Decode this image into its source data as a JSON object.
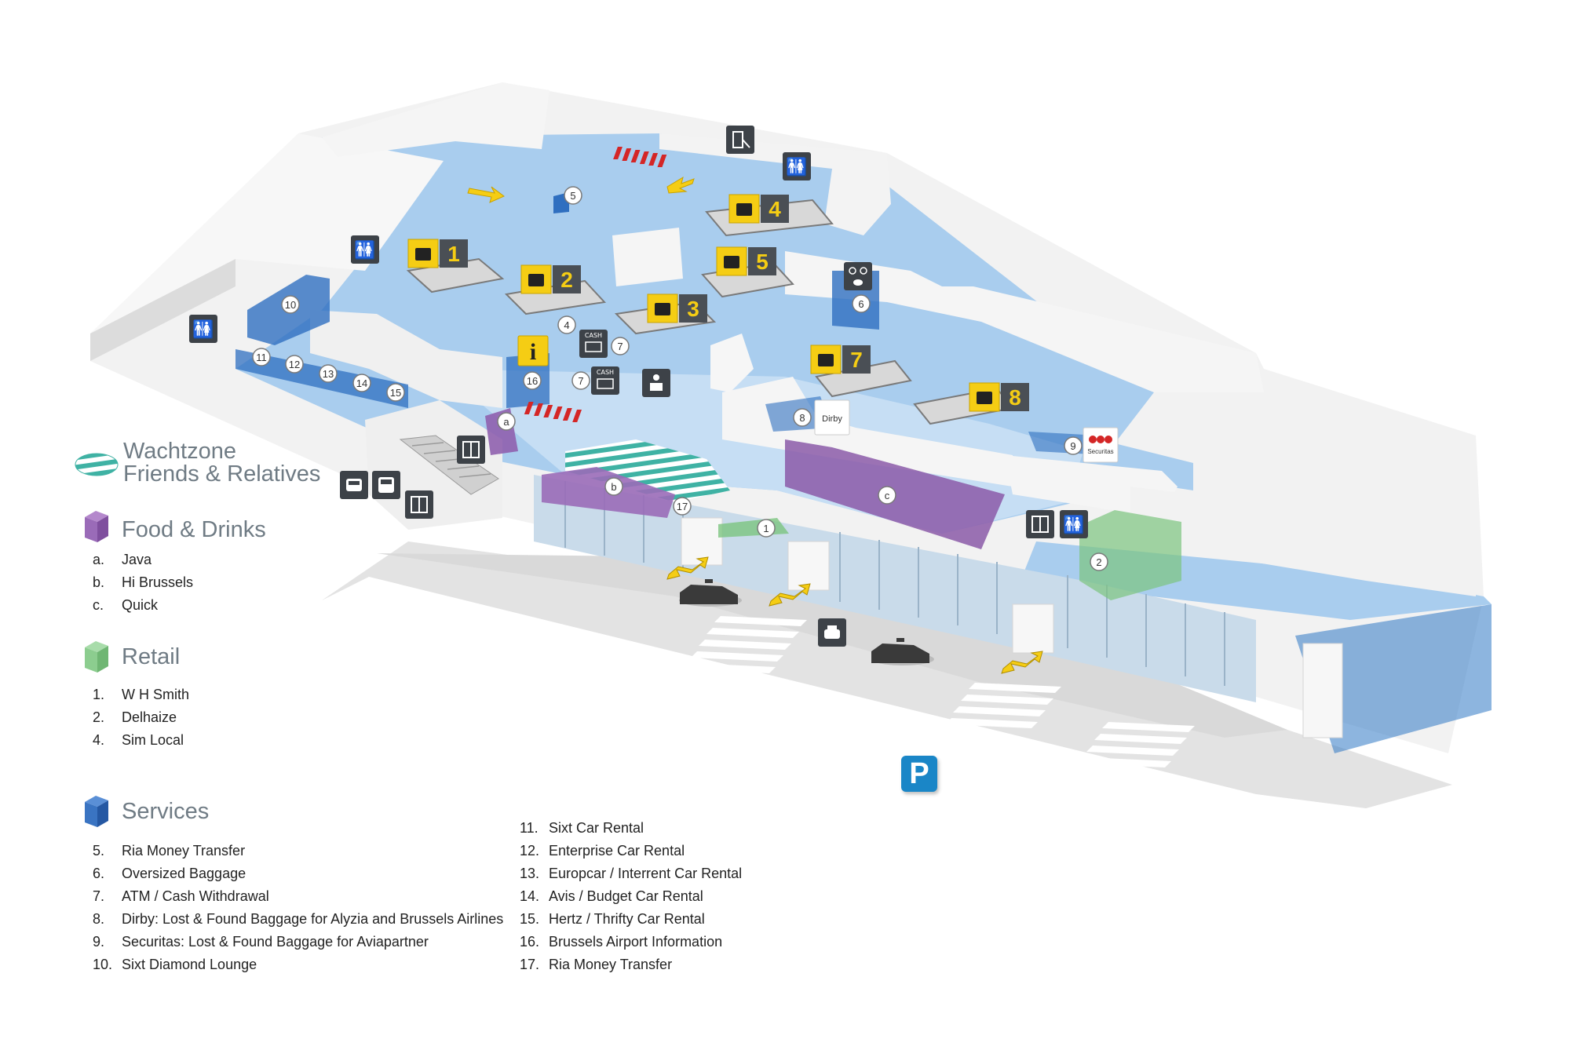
{
  "legend": {
    "wachtzone": {
      "line1": "Wachtzone",
      "line2": "Friends & Relatives"
    },
    "food": {
      "title": "Food & Drinks",
      "items": [
        {
          "key": "a.",
          "label": "Java"
        },
        {
          "key": "b.",
          "label": "Hi Brussels"
        },
        {
          "key": "c.",
          "label": "Quick"
        }
      ]
    },
    "retail": {
      "title": "Retail",
      "items": [
        {
          "key": "1.",
          "label": "W H Smith"
        },
        {
          "key": "2.",
          "label": "Delhaize"
        },
        {
          "key": "4.",
          "label": "Sim Local"
        }
      ]
    },
    "services": {
      "title": "Services",
      "items_left": [
        {
          "key": "5.",
          "label": "Ria Money Transfer"
        },
        {
          "key": "6.",
          "label": "Oversized Baggage"
        },
        {
          "key": "7.",
          "label": "ATM /    Cash Withdrawal"
        },
        {
          "key": "8.",
          "label": "Dirby: Lost & Found Baggage for Alyzia and Brussels Airlines"
        },
        {
          "key": "9.",
          "label": "Securitas: Lost & Found Baggage for Aviapartner"
        },
        {
          "key": "10.",
          "label": "Sixt Diamond Lounge"
        }
      ],
      "items_right": [
        {
          "key": "11.",
          "label": "Sixt Car Rental"
        },
        {
          "key": "12.",
          "label": "Enterprise Car Rental"
        },
        {
          "key": "13.",
          "label": "Europcar / Interrent Car Rental"
        },
        {
          "key": "14.",
          "label": "Avis / Budget Car Rental"
        },
        {
          "key": "15.",
          "label": "Hertz / Thrifty Car Rental"
        },
        {
          "key": "16.",
          "label": "Brussels Airport Information"
        },
        {
          "key": "17.",
          "label": "Ria Money Transfer"
        }
      ]
    }
  },
  "map": {
    "belts": [
      "1",
      "2",
      "3",
      "4",
      "5",
      "7",
      "8"
    ],
    "service_markers": [
      "5",
      "6",
      "4",
      "7",
      "7",
      "16",
      "8",
      "9",
      "10",
      "11",
      "12",
      "13",
      "14",
      "15",
      "17",
      "1",
      "2"
    ],
    "food_markers": [
      "a",
      "b",
      "c"
    ],
    "signs": {
      "cash": "CASH",
      "dirby": "Dirby",
      "securitas": "Securitas",
      "parking": "P",
      "info": "i"
    }
  },
  "colors": {
    "floor": "#a9cdee",
    "floor_light": "#c6def4",
    "wall": "#ececec",
    "service": "#2f6fc0",
    "food": "#8b5aa8",
    "retail": "#7cc47f",
    "baggage_sign": "#f5cd14",
    "dark_sign": "#3d4248",
    "legend_title": "#6f7b84",
    "stripe": "#2aa89a",
    "parking": "#1a86c7"
  }
}
